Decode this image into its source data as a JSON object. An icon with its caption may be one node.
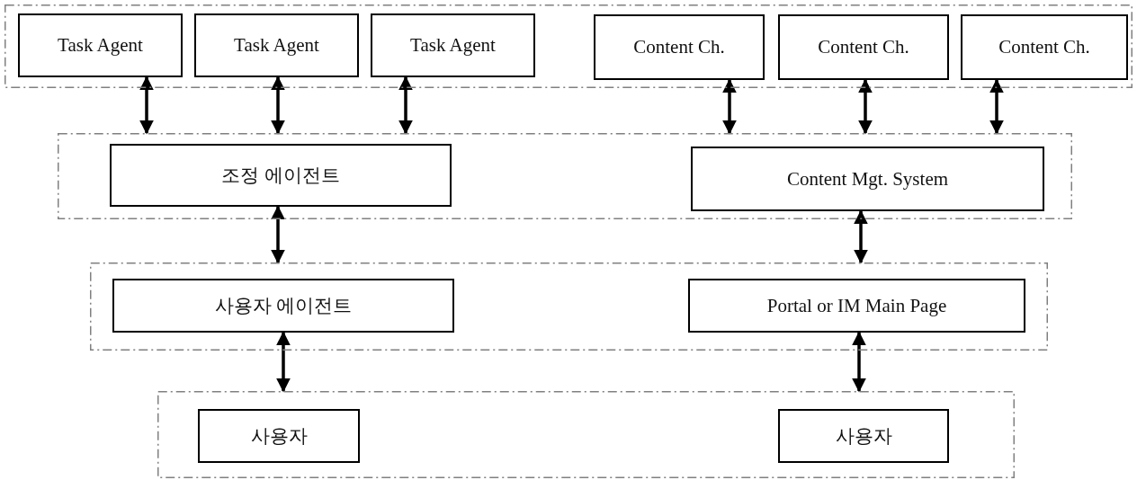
{
  "diagram": {
    "nodes": [
      {
        "text": [],
        "shape": "box"
      },
      {
        "text": [
          "Task Agent"
        ],
        "in": 0
      },
      {
        "text": [
          "Task Agent"
        ],
        "in": 0
      },
      {
        "text": [
          "Task Agent"
        ],
        "in": 0
      },
      {
        "text": [
          "Content Ch."
        ],
        "in": 0
      },
      {
        "text": [
          "Content Ch."
        ],
        "in": 0
      },
      {
        "text": [
          "Content Ch."
        ],
        "in": 0
      },
      {
        "text": [],
        "shape": "box"
      },
      {
        "text": [
          "조정 에이전트"
        ],
        "in": 7
      },
      {
        "text": [
          "Content Mgt. System"
        ],
        "in": 7
      },
      {
        "text": [],
        "shape": "box"
      },
      {
        "text": [
          "사용자 에이전트"
        ],
        "in": 10
      },
      {
        "text": [
          "Portal or IM Main Page"
        ],
        "in": 10
      },
      {
        "text": [],
        "shape": "box"
      },
      {
        "text": [
          "사용자"
        ],
        "in": 13
      },
      {
        "text": [
          "사용자"
        ],
        "in": 13
      }
    ],
    "edges": [
      {
        "from": 1,
        "to": 7,
        "arrow": "both"
      },
      {
        "from": 2,
        "to": 7,
        "arrow": "both"
      },
      {
        "from": 3,
        "to": 7,
        "arrow": "both"
      },
      {
        "from": 4,
        "to": 7,
        "arrow": "both"
      },
      {
        "from": 5,
        "to": 7,
        "arrow": "both"
      },
      {
        "from": 6,
        "to": 7,
        "arrow": "both"
      },
      {
        "from": 8,
        "to": 10,
        "arrow": "both"
      },
      {
        "from": 9,
        "to": 10,
        "arrow": "both"
      },
      {
        "from": 11,
        "to": 13,
        "arrow": "both"
      },
      {
        "from": 12,
        "to": 13,
        "arrow": "both"
      }
    ]
  }
}
